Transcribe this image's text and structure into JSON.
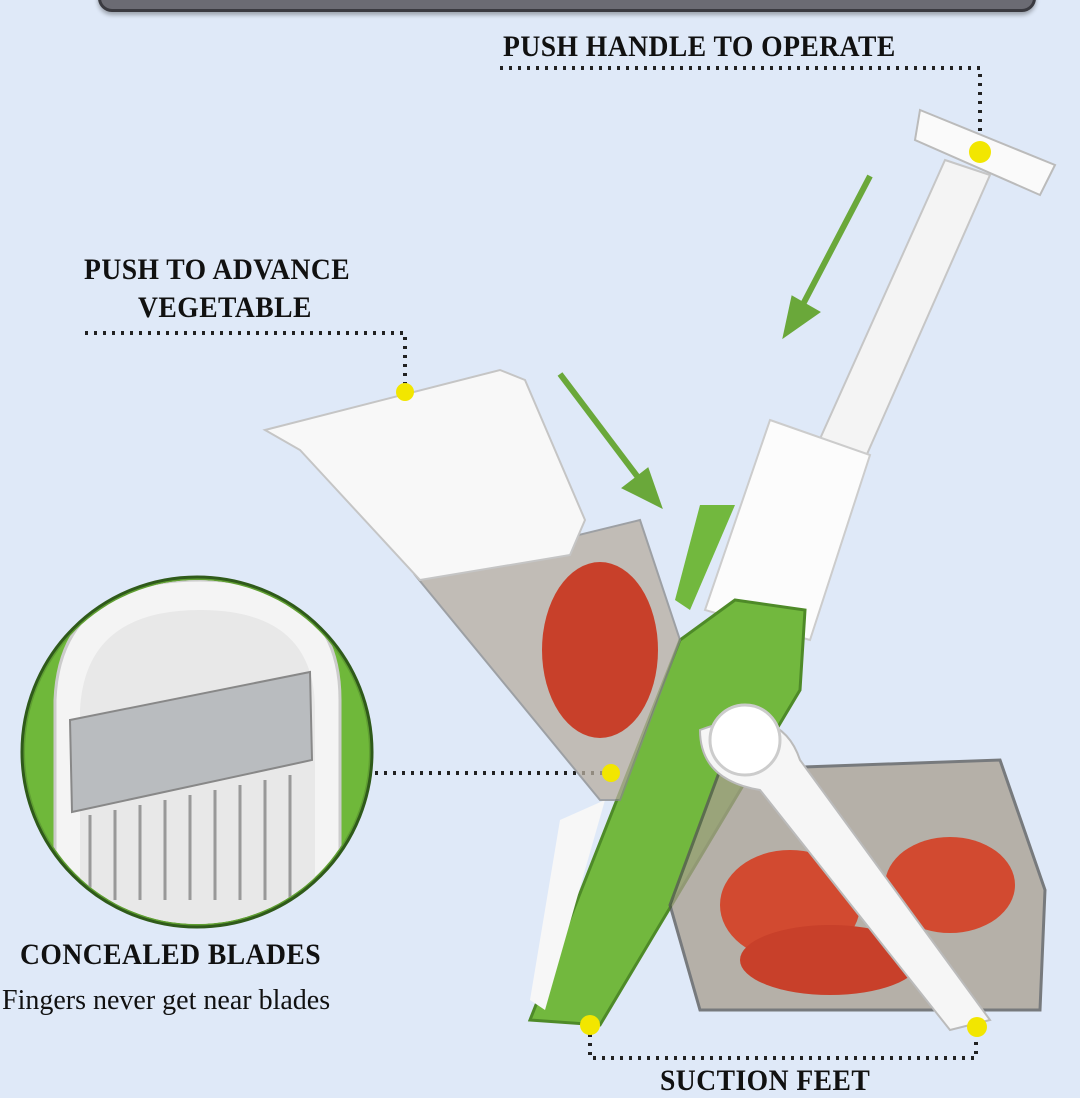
{
  "callouts": {
    "handle": "PUSH HANDLE TO OPERATE",
    "advance_line1": "PUSH TO ADVANCE",
    "advance_line2": "VEGETABLE",
    "blades_title": "CONCEALED BLADES",
    "blades_sub": "Fingers never get near blades",
    "feet": "SUCTION FEET"
  },
  "colors": {
    "background": "#dfe9f8",
    "accent_green": "#6fb83a",
    "marker_yellow": "#f2e600",
    "tomato": "#c8402a"
  }
}
